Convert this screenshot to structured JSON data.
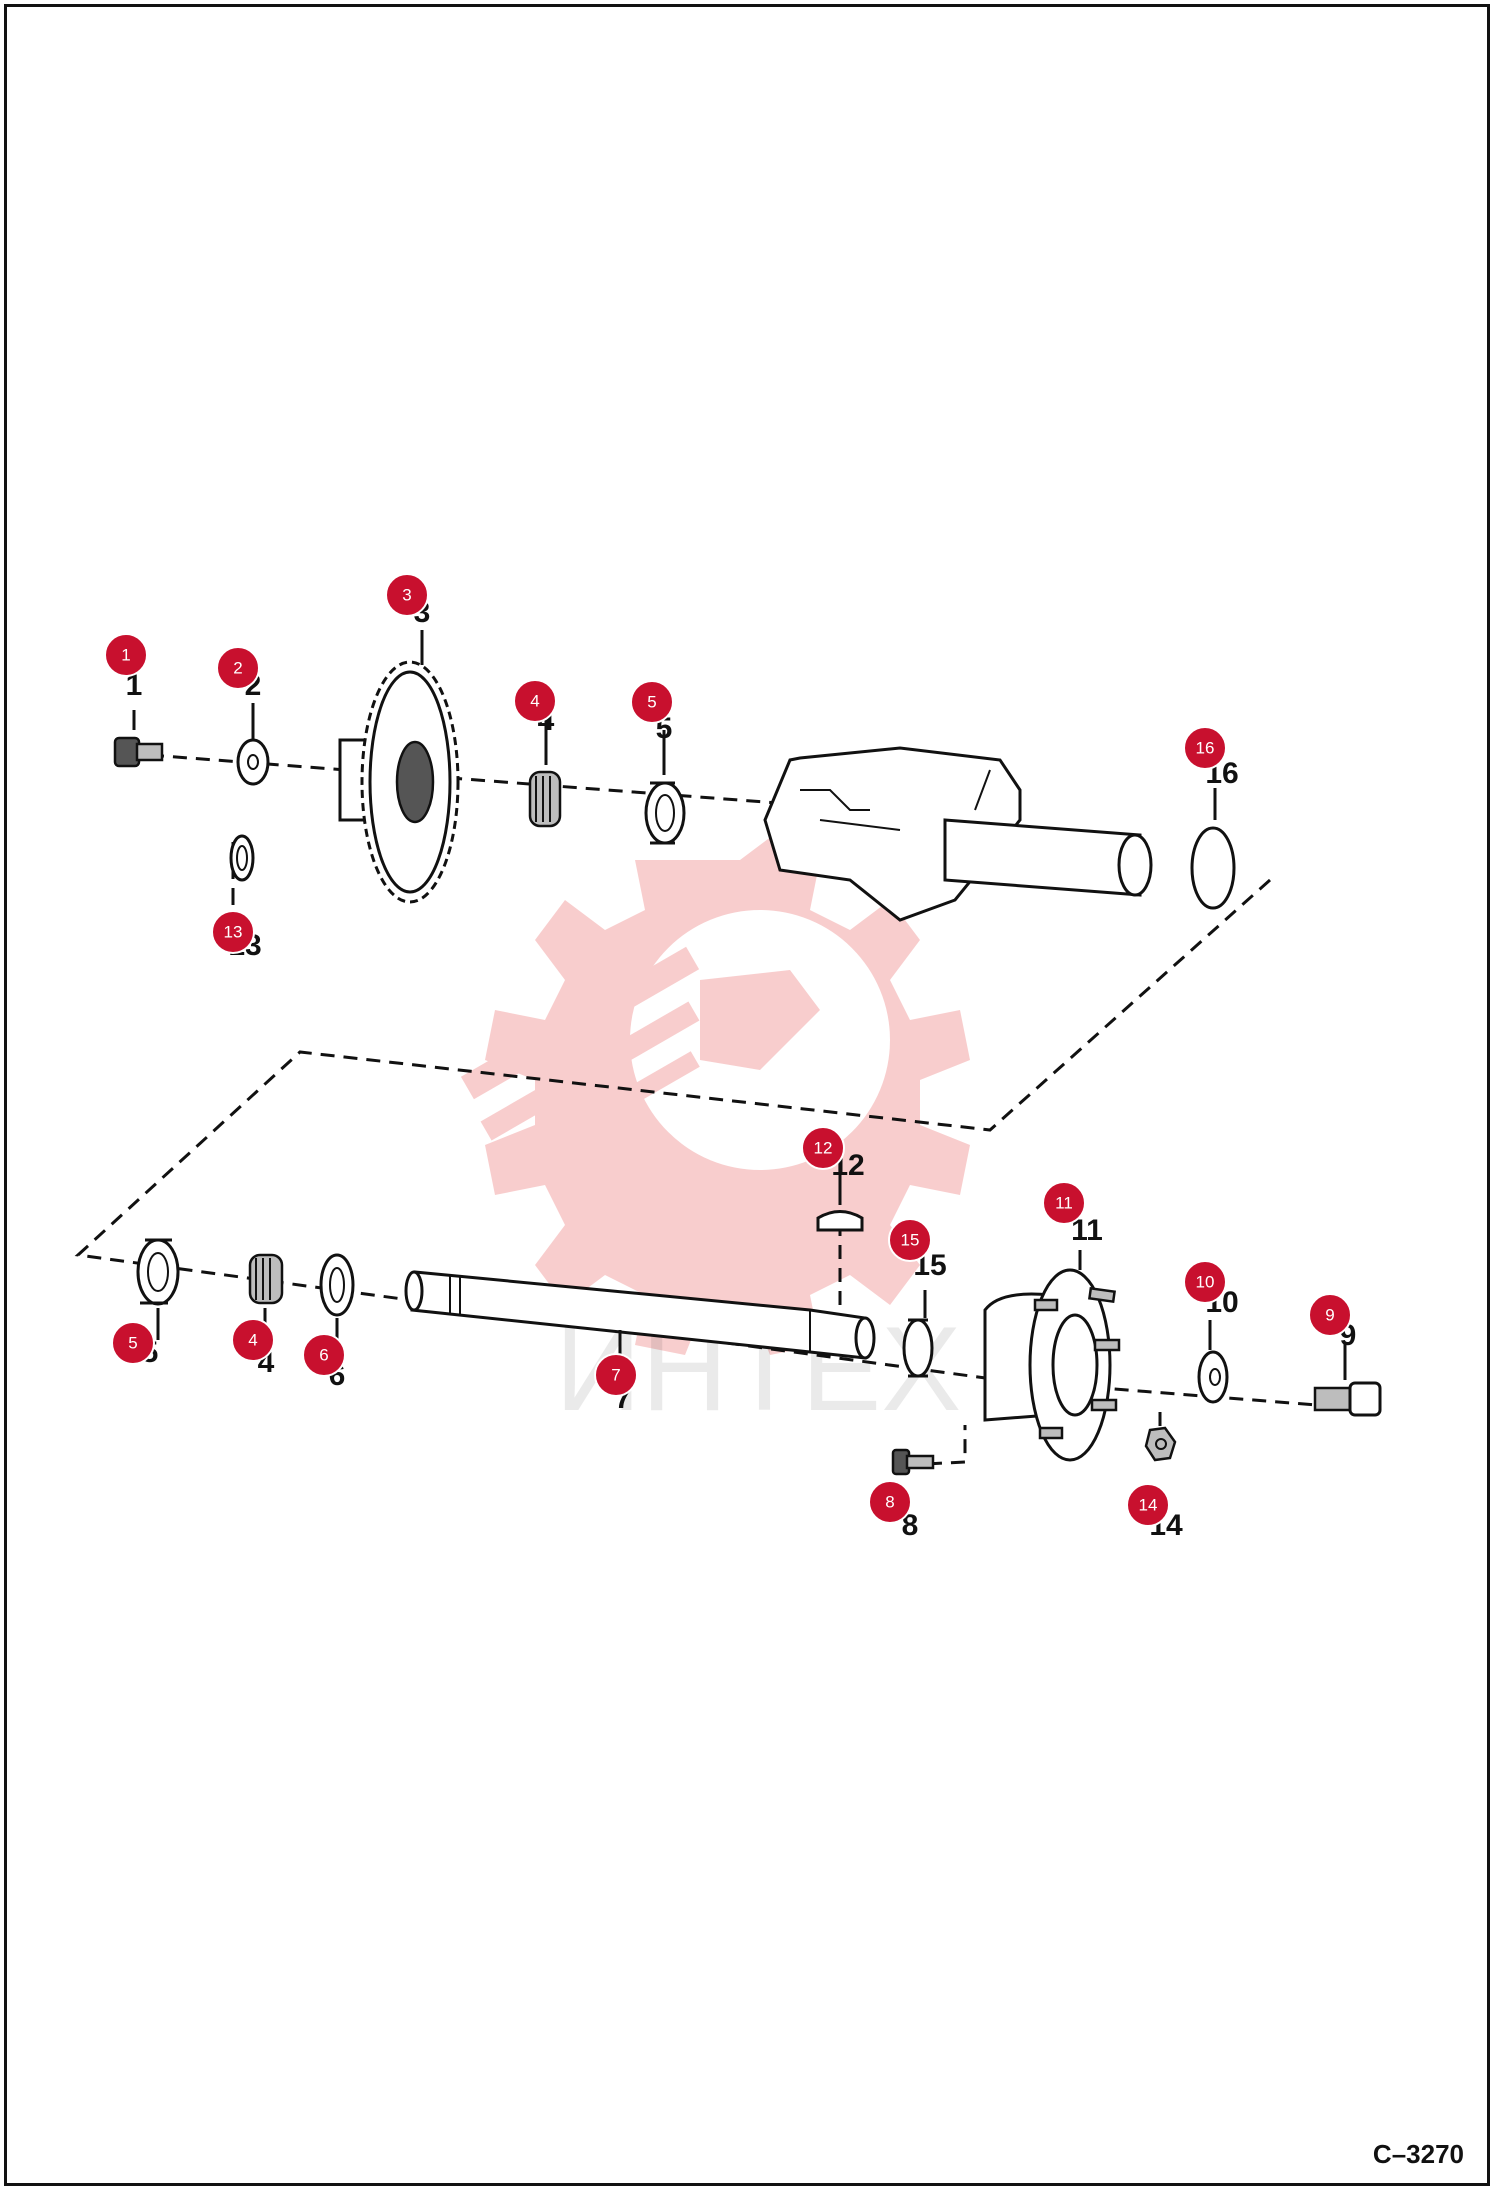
{
  "diagram": {
    "reference_code": "C–3270",
    "watermark_text": "ИНТЕХ",
    "callouts": [
      {
        "id": "c1",
        "label": "1",
        "badge": "1"
      },
      {
        "id": "c2",
        "label": "2",
        "badge": "2"
      },
      {
        "id": "c3",
        "label": "3",
        "badge": "3"
      },
      {
        "id": "c4a",
        "label": "4",
        "badge": "4"
      },
      {
        "id": "c5a",
        "label": "5",
        "badge": "5"
      },
      {
        "id": "c16",
        "label": "16",
        "badge": "16"
      },
      {
        "id": "c13",
        "label": "13",
        "badge": "13"
      },
      {
        "id": "c12",
        "label": "12",
        "badge": "12"
      },
      {
        "id": "c11",
        "label": "11",
        "badge": "11"
      },
      {
        "id": "c15",
        "label": "15",
        "badge": "15"
      },
      {
        "id": "c10",
        "label": "10",
        "badge": "10"
      },
      {
        "id": "c9",
        "label": "9",
        "badge": "9"
      },
      {
        "id": "c5b",
        "label": "5",
        "badge": "5"
      },
      {
        "id": "c4b",
        "label": "4",
        "badge": "4"
      },
      {
        "id": "c6",
        "label": "6",
        "badge": "6"
      },
      {
        "id": "c7",
        "label": "7",
        "badge": "7"
      },
      {
        "id": "c8",
        "label": "8",
        "badge": "8"
      },
      {
        "id": "c14",
        "label": "14",
        "badge": "14"
      }
    ]
  },
  "colors": {
    "badge": "#c8102e",
    "watermark": "#f3a6a6",
    "ink": "#111111"
  }
}
